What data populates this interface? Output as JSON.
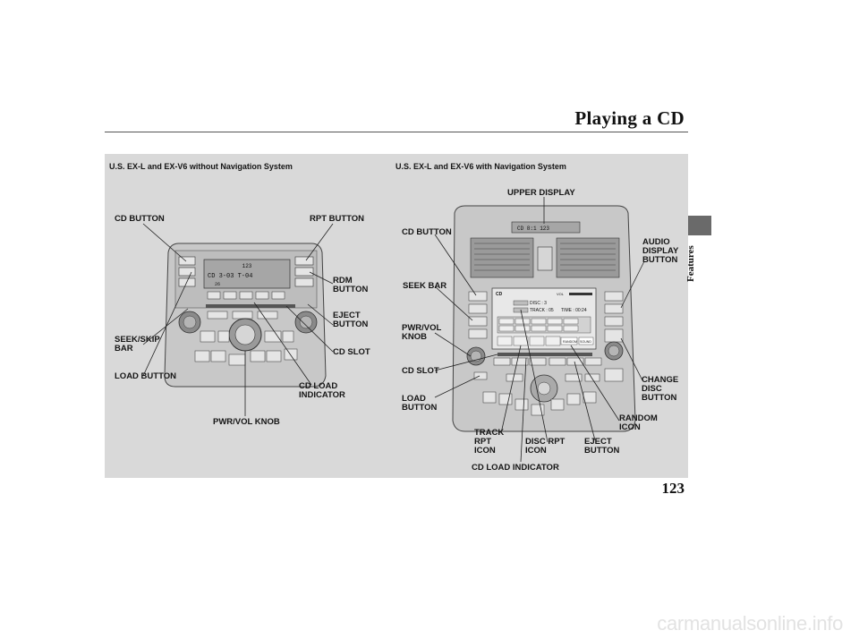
{
  "page_title": "Playing a CD",
  "section_tab": "Features",
  "page_number": "123",
  "watermark": "carmanualsonline.info",
  "left_caption": "U.S. EX-L and EX-V6 without Navigation System",
  "right_caption": "U.S. EX-L and EX-V6 with Navigation System",
  "left_labels": {
    "cd_button": "CD BUTTON",
    "rpt_button": "RPT BUTTON",
    "rdm_button": "RDM\nBUTTON",
    "eject_button": "EJECT\nBUTTON",
    "cd_slot": "CD SLOT",
    "seek_skip_bar": "SEEK/SKIP\nBAR",
    "load_button": "LOAD BUTTON",
    "cd_load_indicator": "CD LOAD\nINDICATOR",
    "pwr_vol_knob": "PWR/VOL KNOB"
  },
  "right_labels": {
    "upper_display": "UPPER DISPLAY",
    "cd_button": "CD BUTTON",
    "audio_display_button": "AUDIO\nDISPLAY\nBUTTON",
    "seek_bar": "SEEK BAR",
    "pwr_vol_knob": "PWR/VOL\nKNOB",
    "cd_slot": "CD SLOT",
    "change_disc_button": "CHANGE\nDISC\nBUTTON",
    "load_button": "LOAD\nBUTTON",
    "random_icon": "RANDOM\nICON",
    "track_rpt_icon": "TRACK\nRPT\nICON",
    "disc_rpt_icon": "DISC RPT\nICON",
    "eject_button": "EJECT\nBUTTON",
    "cd_load_indicator": "CD LOAD INDICATOR"
  },
  "left_unit_display": {
    "line1": "123",
    "line2": "CD 3-03   T-04",
    "line3": "26"
  },
  "right_unit_upper_display": "CD   8:1  123",
  "right_unit_screen": {
    "mode": "CD",
    "vol": "VOL",
    "disc": "DISC : 3",
    "track": "TRACK : 05",
    "time": "TIME : 00:24",
    "random": "RANDOM",
    "sound": "SOUND"
  }
}
